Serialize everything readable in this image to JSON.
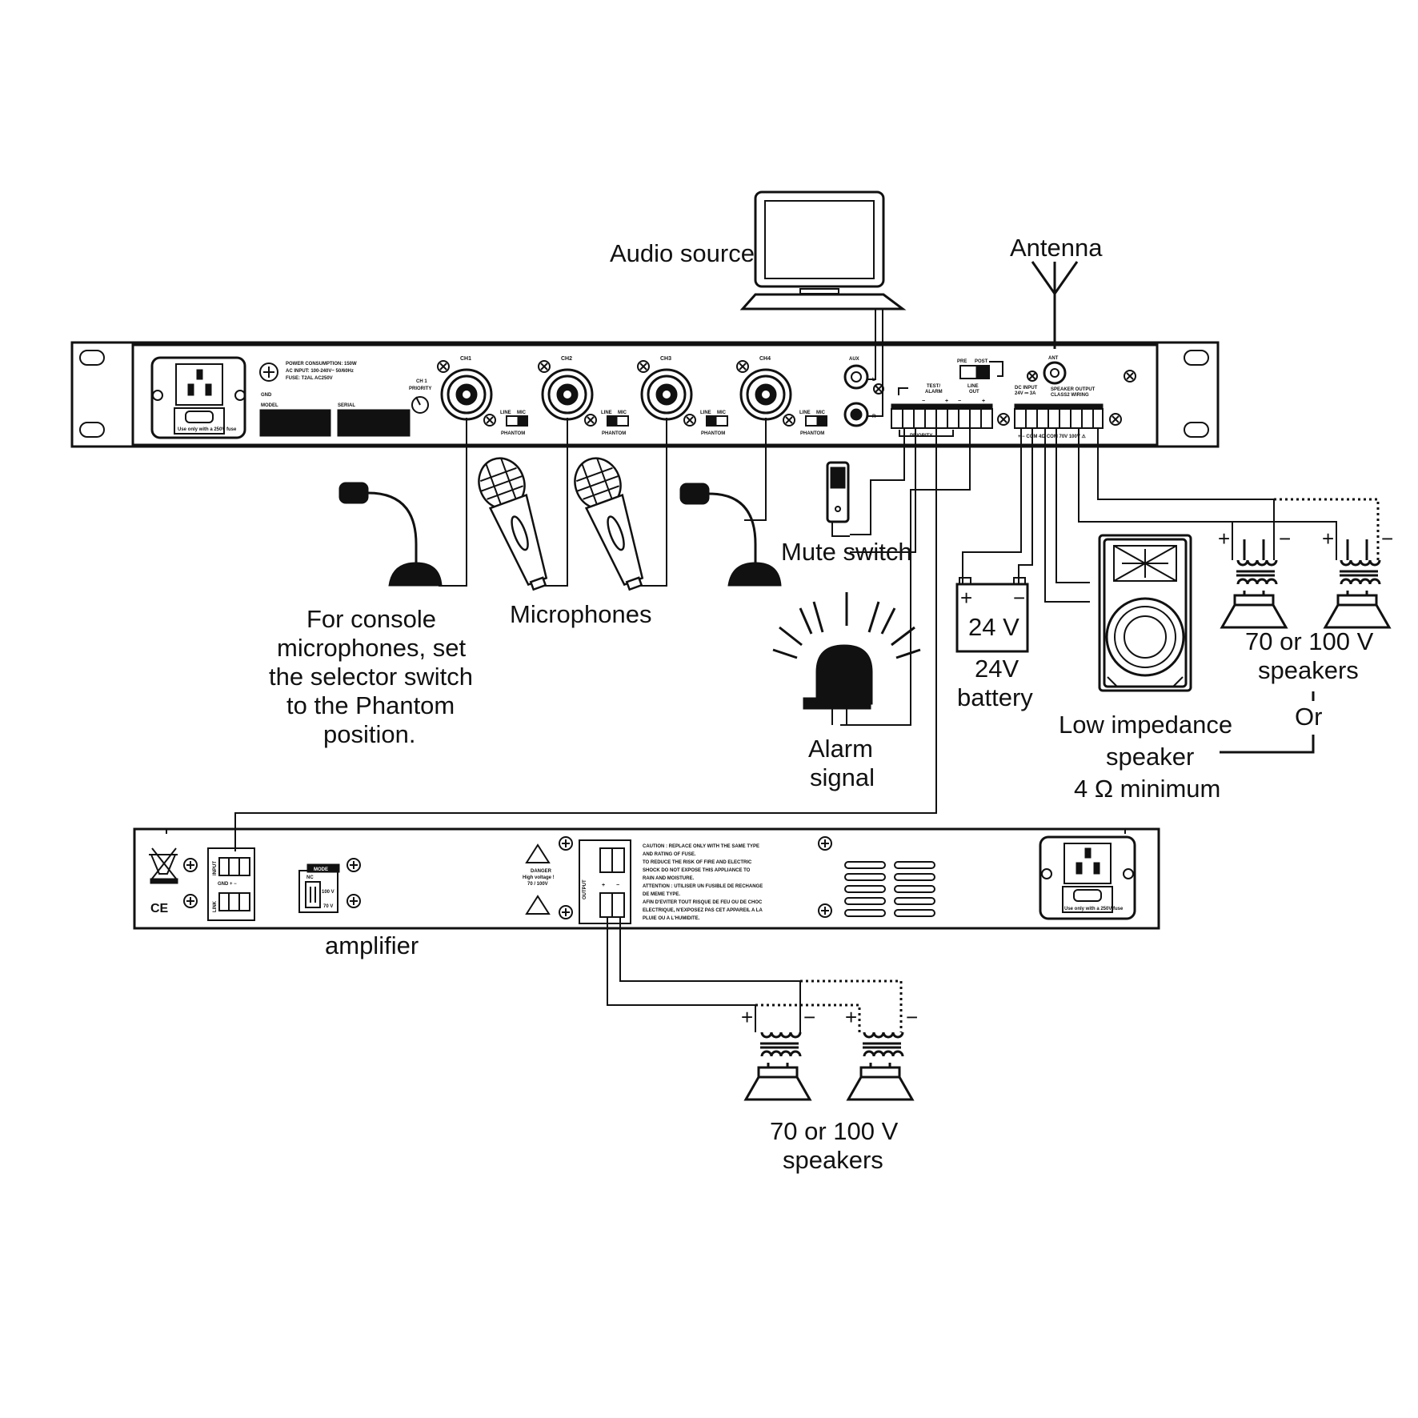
{
  "labels": {
    "audio_source": "Audio source",
    "antenna": "Antenna",
    "mute_switch": "Mute switch",
    "microphones": "Microphones",
    "console_note": [
      "For console",
      "microphones, set",
      "the selector switch",
      "to the Phantom",
      "position."
    ],
    "alarm_signal": [
      "Alarm",
      "signal"
    ],
    "battery_value": "24 V",
    "battery": [
      "24V",
      "battery"
    ],
    "speakers_70_100_top": [
      "70 or 100 V",
      "speakers"
    ],
    "or": "Or",
    "low_impedance": [
      "Low impedance",
      "speaker",
      "4 Ω minimum"
    ],
    "amplifier": "amplifier",
    "speakers_70_100_bottom": [
      "70 or 100 V",
      "speakers"
    ]
  },
  "mixer_panel": {
    "power_info": [
      "POWER CONSUMPTION: 150W",
      "AC INPUT: 100-240V~ 50/60Hz",
      "FUSE: T2AL AC250V"
    ],
    "gnd": "GND",
    "model": "MODEL",
    "serial": "SERIAL",
    "fuse_note": "Use only with a 250V fuse",
    "ch1_priority": [
      "CH 1",
      "PRIORITY"
    ],
    "channels": [
      "CH1",
      "CH2",
      "CH3",
      "CH4"
    ],
    "line": "LINE",
    "mic": "MIC",
    "phantom": "PHANTOM",
    "aux": "AUX",
    "aux_l": "L",
    "aux_r": "R",
    "pre": "PRE",
    "post": "POST",
    "test_alarm": [
      "TEST/",
      "ALARM"
    ],
    "line_out": [
      "LINE",
      "OUT"
    ],
    "priority": "PRIORITY",
    "ant": "ANT",
    "dc_input": [
      "DC INPUT",
      "24V ⎓ 3A"
    ],
    "speaker_output": [
      "SPEAKER OUTPUT",
      "CLASS2 WIRING"
    ],
    "terminal_row": "+  −  COM 4Ω COM 70V 100V ⚠"
  },
  "amp_panel": {
    "input": "INPUT",
    "link": "LINK",
    "gnd_pm": "GND + −",
    "mode": "MODE",
    "nc": "NC",
    "v100": "100 V",
    "v70": "70 V",
    "danger": [
      "DANGER",
      "High voltage !",
      "70 / 100V"
    ],
    "output": "OUTPUT",
    "caution": [
      "CAUTION : REPLACE ONLY WITH THE SAME TYPE",
      "AND RATING OF FUSE.",
      "TO REDUCE THE RISK OF FIRE AND ELECTRIC",
      "SHOCK DO NOT EXPOSE THIS APPLIANCE TO",
      "RAIN AND MOISTURE.",
      "ATTENTION : UTILISER UN FUSIBLE DE RECHANGE",
      "DE MEME TYPE.",
      "AFIN D'EVITER TOUT RISQUE DE FEU OU DE  CHOC",
      "ELECTRIQUE, N'EXPOSEZ PAS CET APPAREIL A LA",
      "PLUIE OU A L'HUMIDITE."
    ],
    "ce": "CE",
    "fuse_note": "Use only with a 250V fuse"
  },
  "polarity": {
    "plus": "+",
    "minus": "−"
  }
}
